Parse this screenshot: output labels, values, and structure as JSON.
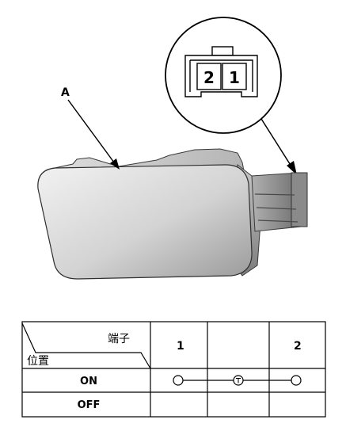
{
  "diagram": {
    "callout_label": "A",
    "connector_pins": [
      "2",
      "1"
    ]
  },
  "table": {
    "header_terminal": "端子",
    "header_position": "位置",
    "columns": [
      "1",
      "",
      "2"
    ],
    "rows": [
      {
        "label": "ON"
      },
      {
        "label": "OFF"
      }
    ]
  }
}
